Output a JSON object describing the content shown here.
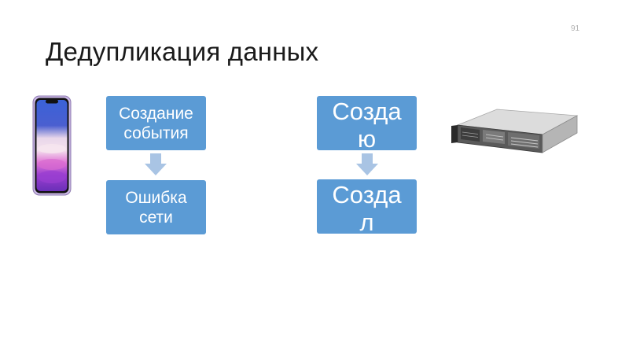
{
  "slide": {
    "number": "91",
    "title": "Дедупликация данных"
  },
  "flow_left": {
    "step1": [
      "Создание",
      "события"
    ],
    "step2": [
      "Ошибка",
      "сети"
    ]
  },
  "flow_right": {
    "step1": [
      "Созда",
      "ю"
    ],
    "step2": [
      "Созда",
      "л"
    ]
  },
  "colors": {
    "box_fill": "#5b9bd5",
    "arrow_fill": "#a9c4e4",
    "box_text": "#ffffff"
  },
  "icons": {
    "left": "smartphone-icon",
    "right": "rack-server-icon"
  }
}
